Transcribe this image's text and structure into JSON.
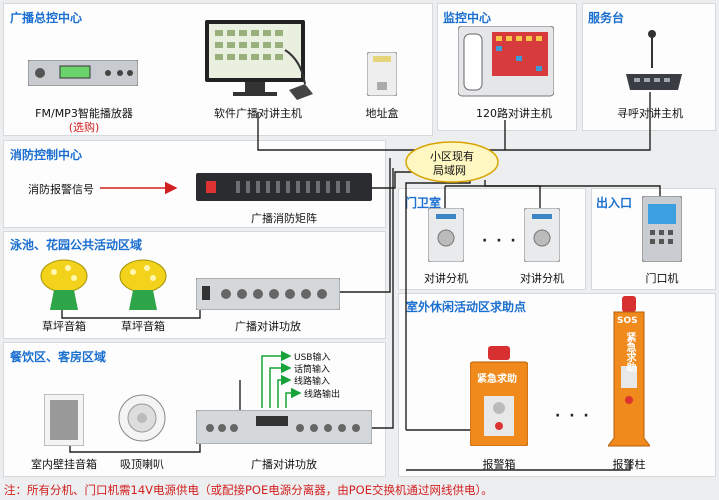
{
  "sections": {
    "broadcast_center": "广播总控中心",
    "monitor_center": "监控中心",
    "service_desk": "服务台",
    "fire_control_center": "消防控制中心",
    "pool_garden_area": "泳池、花园公共活动区域",
    "dining_guestroom_area": "餐饮区、客房区域",
    "gate_room": "门卫室",
    "entrance_exit": "出入口",
    "outdoor_help_point": "室外休闲活动区求助点"
  },
  "devices": {
    "fm_mp3_player": "FM/MP3智能播放器",
    "fm_mp3_optional": "(选购)",
    "software_host": "软件广播对讲主机",
    "address_box": "地址盒",
    "intercom_120_host": "120路对讲主机",
    "paging_host": "寻呼对讲主机",
    "fire_alarm_signal": "消防报警信号",
    "fire_matrix": "广播消防矩阵",
    "lawn_speaker_1": "草坪音箱",
    "lawn_speaker_2": "草坪音箱",
    "intercom_amp_1": "广播对讲功放",
    "intercom_ext_1": "对讲分机",
    "intercom_ext_2": "对讲分机",
    "door_unit": "门口机",
    "wall_speaker": "室内壁挂音箱",
    "ceiling_speaker": "吸顶喇叭",
    "intercom_amp_2": "广播对讲功放",
    "alarm_box": "报警箱",
    "alarm_pillar": "报警柱",
    "help_sign": "紧急求助",
    "help_sign_vertical": "紧急求助",
    "sos_text": "SOS"
  },
  "network": {
    "lan_line1": "小区现有",
    "lan_line2": "局域网"
  },
  "io_labels": {
    "usb_in": "USB输入",
    "mic_in": "话筒输入",
    "line_in": "线路输入",
    "line_out": "线路输出"
  },
  "ellipsis": {
    "ext": "· · ·",
    "alarm": "· · ·"
  },
  "footnote": "注：所有分机、门口机需14V电源供电（或配接POE电源分离器，由POE交换机通过网线供电）。",
  "colors": {
    "title_blue": "#1b6fd0",
    "note_red": "#d21f1f",
    "wire": "#222222",
    "arrow_green": "#18a33a",
    "alarm_orange": "#f08a1c",
    "lan_yellow": "#fff7c2"
  }
}
